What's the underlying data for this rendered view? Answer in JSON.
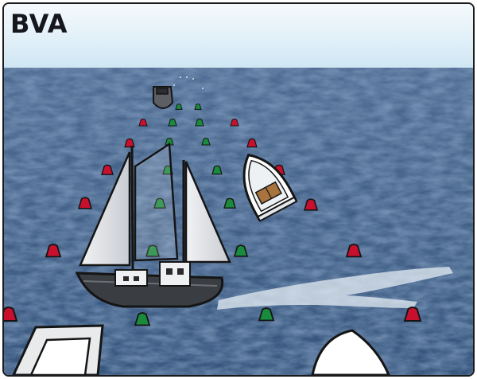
{
  "header": {
    "title": "BVA"
  },
  "colors": {
    "sea": "#3f5f86",
    "sky": "#dcedf7",
    "buoy_red": "#c8102e",
    "buoy_green": "#1a8a3c",
    "hull_dark": "#3a3d42",
    "sail": "#e6e8ec"
  },
  "scene": {
    "buoys": [
      {
        "color": "red"
      },
      {
        "color": "red"
      },
      {
        "color": "red"
      },
      {
        "color": "red"
      },
      {
        "color": "red"
      },
      {
        "color": "red"
      },
      {
        "color": "red"
      },
      {
        "color": "red"
      },
      {
        "color": "red"
      },
      {
        "color": "red"
      },
      {
        "color": "red"
      },
      {
        "color": "red"
      },
      {
        "color": "green"
      },
      {
        "color": "green"
      },
      {
        "color": "green"
      },
      {
        "color": "green"
      },
      {
        "color": "green"
      },
      {
        "color": "green"
      },
      {
        "color": "green"
      },
      {
        "color": "green"
      },
      {
        "color": "green"
      },
      {
        "color": "green"
      },
      {
        "color": "green"
      },
      {
        "color": "green"
      }
    ],
    "vessels": [
      "distant-motorboat",
      "white-motorboat",
      "sailing-schooner",
      "own-boat-bow-left",
      "own-boat-bow-right"
    ]
  }
}
